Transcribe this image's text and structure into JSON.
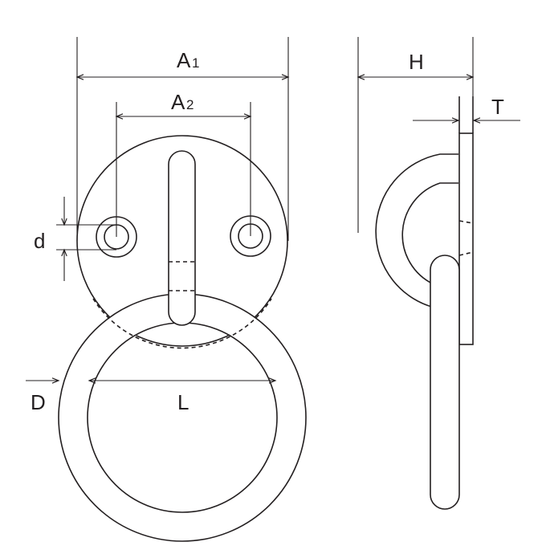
{
  "labels": {
    "a1": "A",
    "a1_sub": "1",
    "a2": "A",
    "a2_sub": "2",
    "h": "H",
    "t": "T",
    "d_small": "d",
    "d_large": "D",
    "l": "L"
  },
  "colors": {
    "line": "#231f20",
    "background": "#ffffff"
  }
}
